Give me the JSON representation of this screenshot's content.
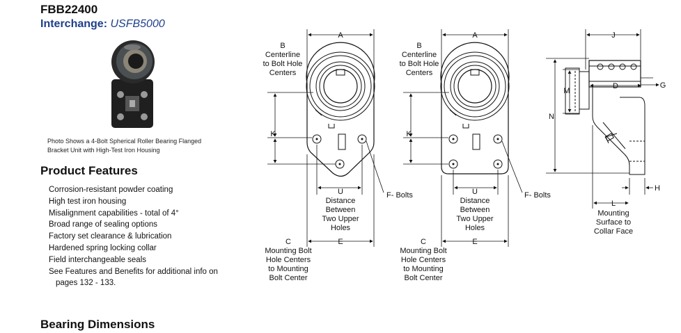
{
  "product": {
    "title": "FBB22400",
    "interchange_label": "Interchange:",
    "interchange_value": "USFB5000"
  },
  "photo": {
    "caption_line1": "Photo Shows a 4-Bolt Spherical Roller Bearing Flanged",
    "caption_line2": "Bracket Unit with High-Test Iron Housing"
  },
  "features": {
    "heading": "Product Features",
    "items": [
      "Corrosion-resistant powder coating",
      "High test iron housing",
      "Misalignment capabilities - total of 4°",
      "Broad range of sealing options",
      "Factory set clearance & lubrication",
      "Hardened spring locking collar",
      "Field interchangeable seals",
      "See Features and Benefits for additional info on",
      "pages 132 - 133."
    ]
  },
  "diagram": {
    "a": "A",
    "b": "B",
    "b_desc": [
      "Centerline",
      "to Bolt Hole",
      "Centers"
    ],
    "k": "K",
    "u": "U",
    "u_desc": [
      "Distance",
      "Between",
      "Two Upper",
      "Holes"
    ],
    "f_bolts": "F- Bolts",
    "c": "C",
    "c_desc": [
      "Mounting Bolt",
      "Hole Centers",
      "to Mounting",
      "Bolt Center"
    ],
    "e": "E",
    "j": "J",
    "m": "M",
    "d": "D",
    "g": "G",
    "n": "N",
    "h": "H",
    "l": "L",
    "l_desc": [
      "Mounting",
      "Surface to",
      "Collar Face"
    ]
  },
  "dimensions": {
    "heading": "Bearing Dimensions"
  }
}
